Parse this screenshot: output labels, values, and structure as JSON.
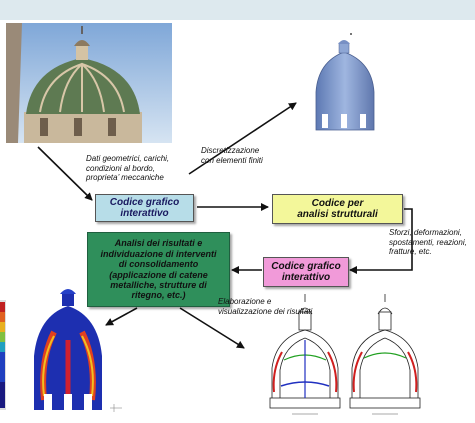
{
  "colors": {
    "top_band": "#dde9ee",
    "box_code_graphic": "#b7dde8",
    "box_structural": "#f3f79a",
    "box_graphic_pink": "#f19ad9",
    "box_analysis": "#2f8f5b",
    "dome_blue": "#7d97c9",
    "arrow": "#111111"
  },
  "boxes": {
    "codice_grafico_1": [
      "Codice grafico",
      "interattivo"
    ],
    "codice_analisi": [
      "Codice  per",
      "analisi strutturali"
    ],
    "codice_grafico_2": [
      "Codice grafico",
      "interattivo"
    ],
    "analisi": [
      "Analisi dei risultati e",
      "individuazione di interventi",
      "di consolidamento",
      "(applicazione di catene",
      "metalliche, strutture di",
      "ritegno, etc.)"
    ]
  },
  "notes": {
    "dati": [
      "Dati geometrici, carichi,",
      "condizioni al bordo,",
      "proprieta’ meccaniche"
    ],
    "discretizzazione": [
      "Discretizzazione",
      "con elementi finiti"
    ],
    "sforzi": [
      "Sforzi, deformazioni,",
      "spostamenti, reazioni,",
      "fratture, etc."
    ],
    "elaborazione": [
      "Elaborazione e",
      "visualizzazione dei risultati"
    ]
  },
  "icons": [
    "dome-photo",
    "dome-mesh-model",
    "stress-contour-dome",
    "crack-pattern-sections"
  ]
}
